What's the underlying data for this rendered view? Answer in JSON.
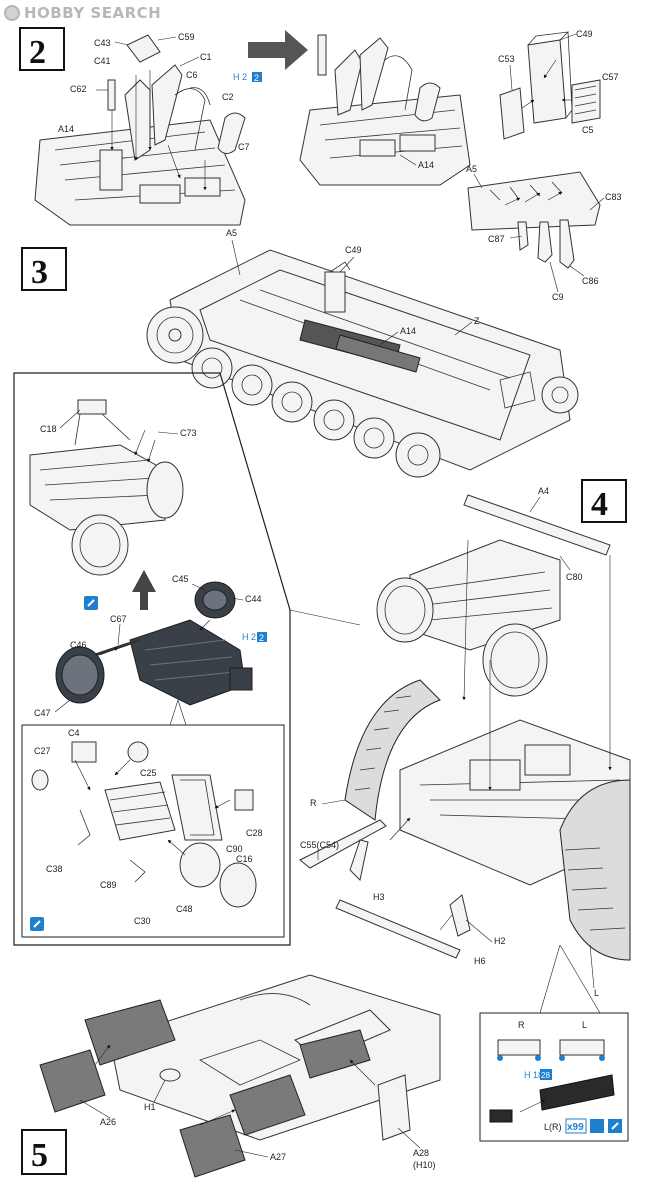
{
  "watermark": {
    "text": "HOBBY SEARCH",
    "icon": "hobbysearch-logo-icon"
  },
  "steps": [
    {
      "number": "2"
    },
    {
      "number": "3"
    },
    {
      "number": "4"
    },
    {
      "number": "5"
    }
  ],
  "step2": {
    "labels": [
      "C43",
      "C59",
      "C41",
      "C1",
      "C6",
      "C62",
      "C2",
      "A14",
      "C7",
      "A14"
    ],
    "paint_badge": {
      "prefix": "H 2",
      "code": "2"
    },
    "sub_labels": [
      "C49",
      "C53",
      "C57",
      "C5",
      "A5",
      "C83",
      "C87",
      "C9",
      "C86"
    ]
  },
  "step3": {
    "labels": [
      "A5",
      "C49",
      "A14",
      "Z"
    ]
  },
  "inset": {
    "labels": [
      "C18",
      "C73",
      "C45",
      "C44",
      "C67",
      "C46",
      "C47"
    ],
    "paint_badge": {
      "prefix": "H 2",
      "code": "2"
    },
    "sub_labels": [
      "C27",
      "C4",
      "C25",
      "C28",
      "C90",
      "C38",
      "C89",
      "C16",
      "C30",
      "C48"
    ]
  },
  "step4": {
    "labels": [
      "A4",
      "C80",
      "R",
      "C55(C54)",
      "H3",
      "H2",
      "H6",
      "L"
    ]
  },
  "step5": {
    "labels": [
      "H1",
      "A26",
      "A27",
      "A28",
      "(H10)"
    ],
    "track_box": {
      "right_label": "R",
      "left_label": "L",
      "paint": "H 18",
      "paint_code": "28",
      "count_label": "L(R)",
      "count": "x99"
    }
  },
  "colors": {
    "badge_blue": "#1e7fd0",
    "line": "#333333",
    "dark_part": "#3a4048",
    "watermark": "#b7b7b7"
  }
}
